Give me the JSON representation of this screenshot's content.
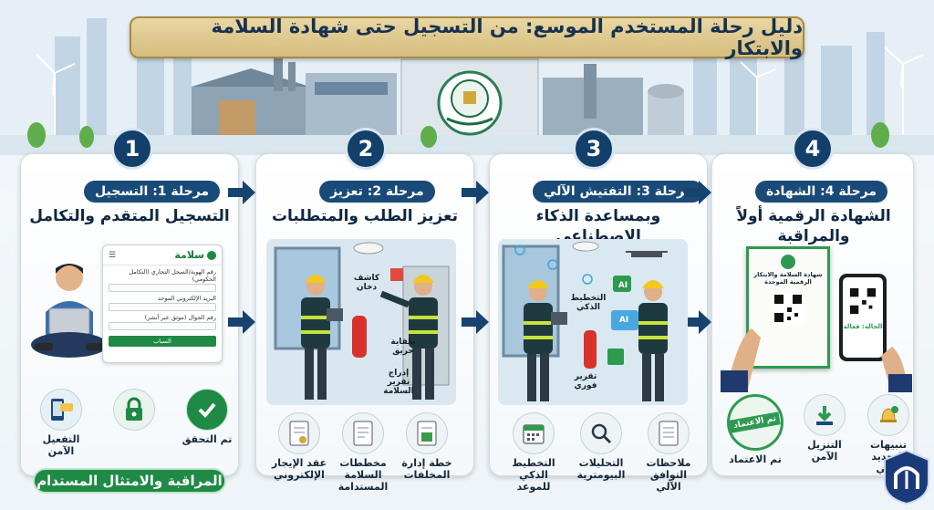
{
  "title": "دليل رحلة المستخدم الموسع: من التسجيل حتى شهادة السلامة والابتكار",
  "colors": {
    "navy": "#12406b",
    "green": "#1e8a45",
    "gold": "#d5bd7e",
    "sky": "#e9f2f8"
  },
  "stages": [
    {
      "number": "1",
      "phase": "مرحلة 1: التسجيل",
      "title": "التسجيل المتقدم والتكامل",
      "form": {
        "brand": "سلامة",
        "field1": "رقم الهوية/السجل التجاري (التكامل الحكومي)",
        "field2": "البريد الإلكتروني الموحد",
        "field3": "رقم الجوال (موثق عبر أبشر)",
        "button": "السباب"
      },
      "icons": [
        {
          "name": "sms-phone-icon",
          "label": "التفعيل الآمن"
        },
        {
          "name": "lock-fingerprint-icon",
          "label": ""
        },
        {
          "name": "check-icon",
          "label": "تم التحقق"
        }
      ],
      "banner": "المراقبة والامتثال المستدام"
    },
    {
      "number": "2",
      "phase": "مرحلة 2: تعزيز",
      "title": "تعزيز الطلب والمتطلبات",
      "scene_labels": {
        "detector": "كاشف دخان",
        "extinguisher": "طفاية حريق",
        "report": "إدراج تقرير السلامة"
      },
      "icons": [
        {
          "name": "contract-doc-icon",
          "label": "عقد الإيجار الإلكتروني"
        },
        {
          "name": "safety-plan-icon",
          "label": "مخططات السلامة المستدامة"
        },
        {
          "name": "waste-plan-icon",
          "label": "خطة إدارة المخلفات"
        }
      ]
    },
    {
      "number": "3",
      "phase": "مرحلة 3: التفتيش الآلي",
      "title": "وبمساعدة الذكاء الاصطناعي",
      "scene_labels": {
        "ai1": "AI",
        "ai2": "AI",
        "plan": "التخطيط الذكي",
        "report": "تقرير فوري"
      },
      "icons": [
        {
          "name": "calendar-icon",
          "label": "التخطيط الذكي للموعد"
        },
        {
          "name": "magnifier-icon",
          "label": "التحليلات البيومترية"
        },
        {
          "name": "compliance-doc-icon",
          "label": "ملاحظات التوافق الآلي"
        }
      ]
    },
    {
      "number": "4",
      "phase": "مرحلة 4: الشهادة",
      "title": "الشهادة الرقمية أولاً والمراقبة",
      "certificate": {
        "heading": "شهادة السلامة والابتكار الرقمية الموحدة"
      },
      "phone_status": "الحالة: فعالة",
      "icons": [
        {
          "name": "approved-stamp-icon",
          "label": "تم الاعتماد",
          "stamp": "تم الاعتماد"
        },
        {
          "name": "download-icon",
          "label": "التنزيل الآمن"
        },
        {
          "name": "bell-icon",
          "label": "تنبيهات التجديد الآلي"
        }
      ]
    }
  ]
}
